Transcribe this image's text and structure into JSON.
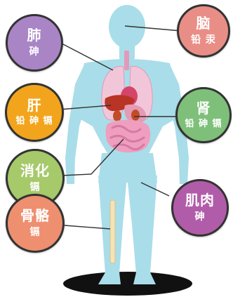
{
  "colors": {
    "purple": "#a985c6",
    "pink": "#e98e86",
    "orange": "#f2a51c",
    "green": "#7ec07a",
    "light_green": "#a6c96a",
    "magenta": "#b15ca9",
    "coral": "#ee8f6f",
    "body": "#a9dde9",
    "shadow": "#111111"
  },
  "labels": {
    "lung": {
      "organ": "肺",
      "metals": "砷"
    },
    "brain": {
      "organ": "脑",
      "metals": "铅 汞"
    },
    "liver": {
      "organ": "肝",
      "metals": "铅 砷 镉"
    },
    "kidney": {
      "organ": "肾",
      "metals": "铅 砷 镉"
    },
    "digestive": {
      "organ": "消化",
      "metals": "镉"
    },
    "muscle": {
      "organ": "肌肉",
      "metals": "砷"
    },
    "bone": {
      "organ": "骨骼",
      "metals": "镉"
    }
  }
}
